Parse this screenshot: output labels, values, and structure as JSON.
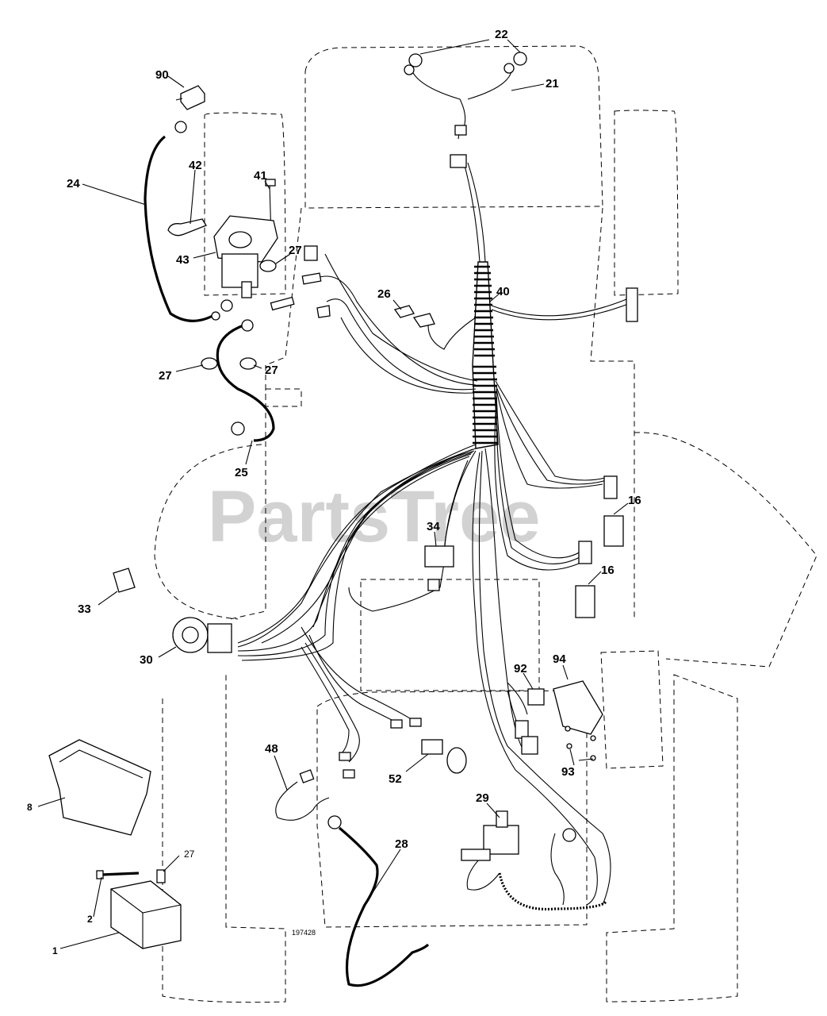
{
  "watermark": "PartsTree",
  "drawing_number": "197428",
  "callouts": [
    "90",
    "24",
    "42",
    "41",
    "43",
    "27",
    "27",
    "27",
    "27",
    "25",
    "33",
    "30",
    "22",
    "21",
    "26",
    "40",
    "16",
    "16",
    "34",
    "92",
    "94",
    "93",
    "48",
    "52",
    "29",
    "28",
    "8",
    "2",
    "1"
  ]
}
